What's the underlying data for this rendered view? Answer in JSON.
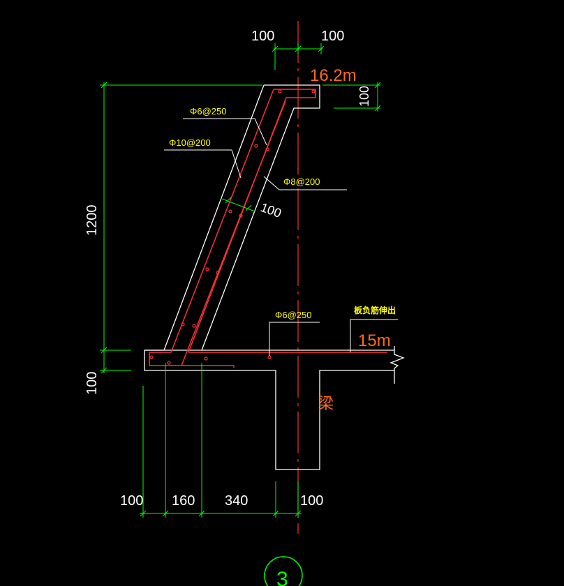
{
  "colors": {
    "background": "#000000",
    "concrete_outline": "#ffffff",
    "rebar": "#ff3030",
    "centerline": "#ff3030",
    "dimension": "#00ff00",
    "dimension_text": "#ffffff",
    "rebar_label": "#ffff00",
    "elevation_label": "#ff6a1a",
    "section_marker": "#00ff00"
  },
  "dimensions": {
    "top_left": "100",
    "top_right": "100",
    "top_thickness": "100",
    "height": "1200",
    "slab_thickness": "100",
    "wall_thickness": "100",
    "bottom_1": "100",
    "bottom_2": "160",
    "bottom_3": "340",
    "bottom_4": "100"
  },
  "rebar_labels": {
    "distribution_top": "Φ6@250",
    "main_outer": "Φ10@200",
    "main_inner": "Φ8@200",
    "slab_distribution": "Φ6@250"
  },
  "elevations": {
    "top": "16.2m",
    "slab": "15m"
  },
  "labels": {
    "beam": "梁",
    "slab_note": "板负筋伸出",
    "section_marker": "3"
  }
}
